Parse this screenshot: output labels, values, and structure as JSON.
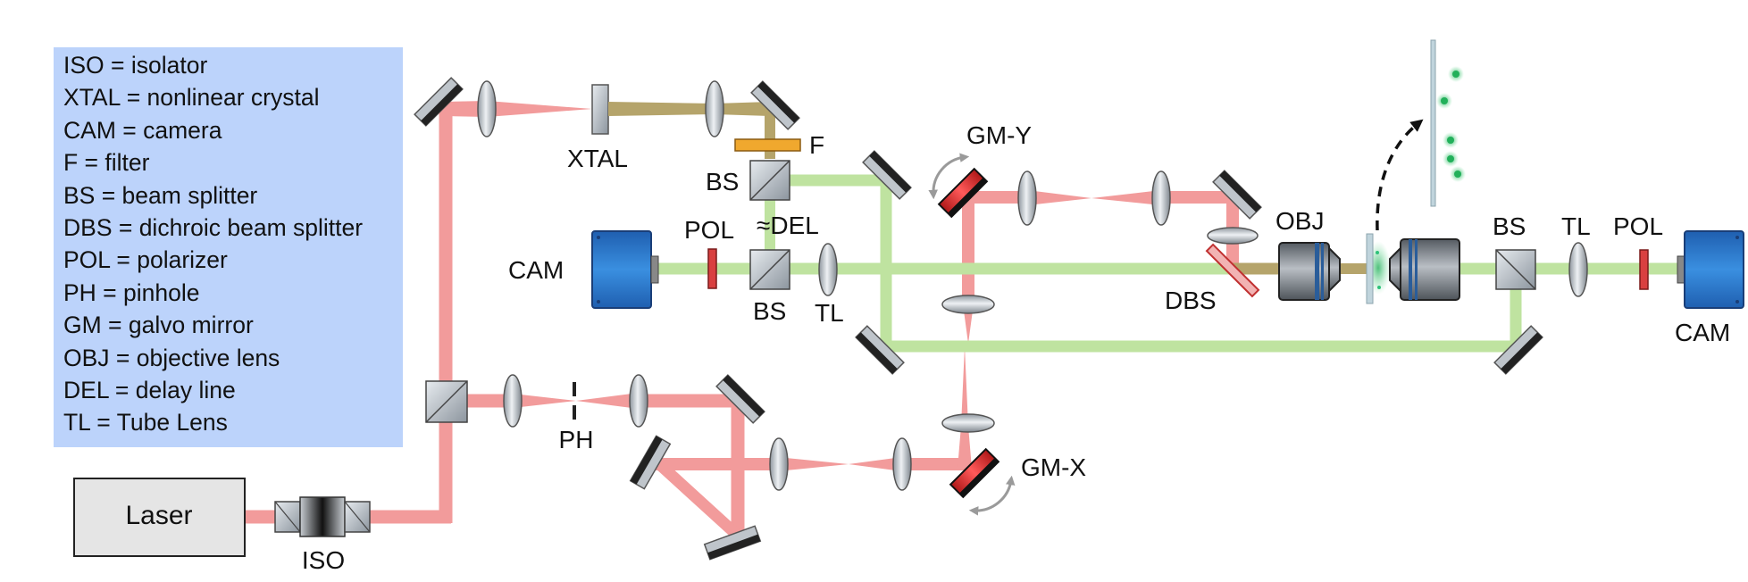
{
  "legend": {
    "items": [
      "ISO = isolator",
      "XTAL = nonlinear crystal",
      "CAM = camera",
      "F = filter",
      "BS = beam splitter",
      "DBS = dichroic beam splitter",
      "POL = polarizer",
      "PH = pinhole",
      "GM = galvo mirror",
      "OBJ = objective lens",
      "DEL = delay line",
      "TL = Tube Lens"
    ]
  },
  "labels": {
    "laser": "Laser",
    "iso": "ISO",
    "xtal": "XTAL",
    "filter": "F",
    "bs_top": "BS",
    "del": "≈DEL",
    "pol_left": "POL",
    "cam_left": "CAM",
    "bs_mid": "BS",
    "tl_left": "TL",
    "gm_y": "GM-Y",
    "gm_x": "GM-X",
    "ph": "PH",
    "obj": "OBJ",
    "dbs": "DBS",
    "bs_right": "BS",
    "tl_right": "TL",
    "pol_right": "POL",
    "cam_right": "CAM"
  },
  "colors": {
    "beam_red": "#f29b9b",
    "beam_green": "#bfe3a0",
    "beam_mixed": "#b5a46b",
    "legend_bg": "#bcd3fb",
    "camera_blue": "#2f7fd0",
    "fluorescence_dot": "#2ec27a"
  }
}
